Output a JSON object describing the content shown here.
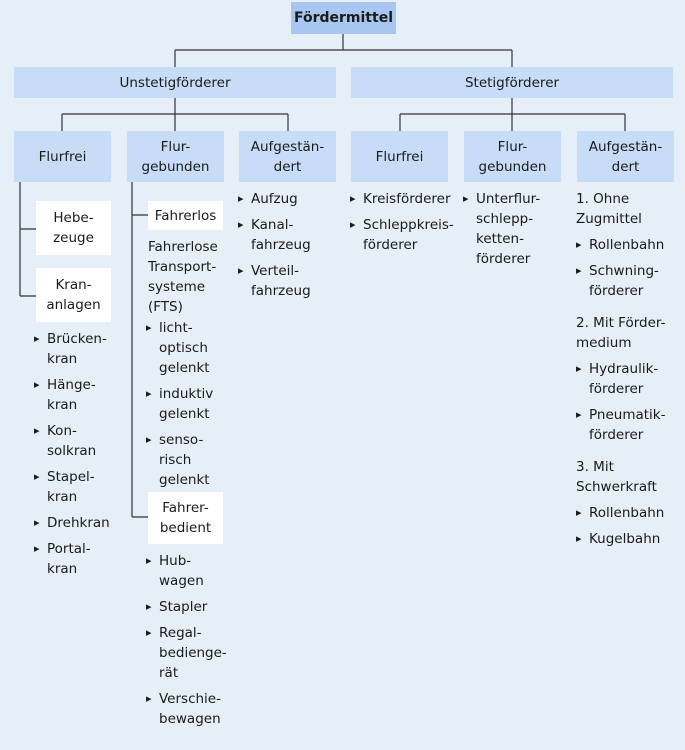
{
  "root": "Fördermittel",
  "level1": {
    "left": "Unstetigförderer",
    "right": "Stetigförderer"
  },
  "unstetig": {
    "flurfrei": "Flurfrei",
    "flurgebunden": "Flur-\ngebunden",
    "aufgestaendert": "Aufgestän-\ndert",
    "hebezeuge": "Hebe-\nzeuge",
    "krananlagen": "Kran-\nanlagen",
    "kran_items": [
      "Brücken-\nkran",
      "Hänge-\nkran",
      "Kon-\nsolkran",
      "Stapel-\nkran",
      "Drehkran",
      "Portal-\nkran"
    ],
    "fahrerlos": "Fahrerlos",
    "fts_text": "Fahrerlose\nTransport-\nsysteme\n(FTS)",
    "fts_items": [
      "licht-\noptisch\ngelenkt",
      "induktiv\ngelenkt",
      "senso-\nrisch\ngelenkt"
    ],
    "fahrerbedient": "Fahrer-\nbedient",
    "bedient_items": [
      "Hub-\nwagen",
      "Stapler",
      "Regal-\nbedienge-\nrät",
      "Verschie-\nbewagen"
    ],
    "aufg_items": [
      "Aufzug",
      "Kanal-\nfahrzeug",
      "Verteil-\nfahrzeug"
    ]
  },
  "stetig": {
    "flurfrei": "Flurfrei",
    "flurgebunden": "Flur-\ngebunden",
    "aufgestaendert": "Aufgestän-\ndert",
    "flurfrei_items": [
      "Kreisförderer",
      "Schleppkreis-\nförderer"
    ],
    "flurgebunden_items": [
      "Unterflur-\nschlepp-\nketten-\nförderer"
    ],
    "aufg_list": {
      "g1_title": "1. Ohne\n    Zugmittel",
      "g1_items": [
        "Rollenbahn",
        "Schwning-\nförderer"
      ],
      "g2_title": "2. Mit Förder-\n    medium",
      "g2_items": [
        "Hydraulik-\nförderer",
        "Pneumatik-\nförderer"
      ],
      "g3_title": "3. Mit\n    Schwerkraft",
      "g3_items": [
        "Rollenbahn",
        "Kugelbahn"
      ]
    }
  },
  "colors": {
    "background": "#e6eef8",
    "box_blue": "#c7dcf6",
    "root_blue": "#a8c7f0",
    "box_white": "#ffffff",
    "line": "#333333"
  }
}
